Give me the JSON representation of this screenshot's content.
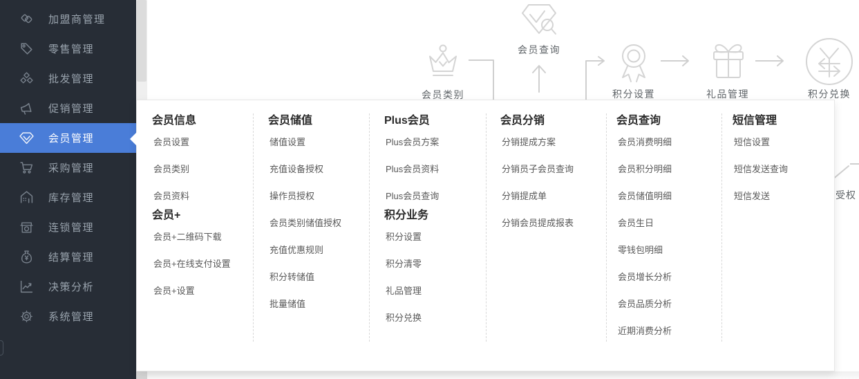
{
  "sidebar": {
    "items": [
      {
        "id": "franchise",
        "label": "加盟商管理",
        "icon": "handshake-icon",
        "active": false
      },
      {
        "id": "retail",
        "label": "零售管理",
        "icon": "tag-icon",
        "active": false
      },
      {
        "id": "wholesale",
        "label": "批发管理",
        "icon": "cubes-icon",
        "active": false
      },
      {
        "id": "promotion",
        "label": "促销管理",
        "icon": "megaphone-icon",
        "active": false
      },
      {
        "id": "member",
        "label": "会员管理",
        "icon": "gem-icon",
        "active": true
      },
      {
        "id": "purchase",
        "label": "采购管理",
        "icon": "cart-icon",
        "active": false
      },
      {
        "id": "inventory",
        "label": "库存管理",
        "icon": "warehouse-icon",
        "active": false
      },
      {
        "id": "chain",
        "label": "连锁管理",
        "icon": "store-icon",
        "active": false
      },
      {
        "id": "settlement",
        "label": "结算管理",
        "icon": "money-pouch-icon",
        "active": false
      },
      {
        "id": "analysis",
        "label": "决策分析",
        "icon": "chart-icon",
        "active": false
      },
      {
        "id": "system",
        "label": "系统管理",
        "icon": "gear-icon",
        "active": false
      }
    ]
  },
  "flow": {
    "nodes": [
      {
        "id": "member-category",
        "label": "会员类别",
        "icon": "crown-icon"
      },
      {
        "id": "member-search",
        "label": "会员查询",
        "icon": "member-search-icon"
      },
      {
        "id": "points-setting",
        "label": "积分设置",
        "icon": "medal-icon"
      },
      {
        "id": "gift-management",
        "label": "礼品管理",
        "icon": "gift-icon"
      },
      {
        "id": "points-exchange",
        "label": "积分兑换",
        "icon": "exchange-icon"
      }
    ]
  },
  "background": {
    "partial_label": "受权"
  },
  "panel": {
    "columns": [
      {
        "groups": [
          {
            "title": "会员信息",
            "items": [
              "会员设置",
              "会员类别",
              "会员资料"
            ]
          },
          {
            "title": "会员+",
            "items": [
              "会员+二维码下载",
              "会员+在线支付设置",
              "会员+设置"
            ]
          }
        ]
      },
      {
        "groups": [
          {
            "title": "会员储值",
            "items": [
              "储值设置",
              "充值设备授权",
              "操作员授权",
              "会员类别储值授权",
              "充值优惠规则",
              "积分转储值",
              "批量储值"
            ]
          }
        ]
      },
      {
        "groups": [
          {
            "title": "Plus会员",
            "items": [
              "Plus会员方案",
              "Plus会员资料",
              "Plus会员查询"
            ]
          },
          {
            "title": "积分业务",
            "items": [
              "积分设置",
              "积分清零",
              "礼品管理",
              "积分兑换"
            ]
          }
        ]
      },
      {
        "groups": [
          {
            "title": "会员分销",
            "items": [
              "分销提成方案",
              "分销员子会员查询",
              "分销提成单",
              "分销会员提成报表"
            ]
          }
        ]
      },
      {
        "groups": [
          {
            "title": "会员查询",
            "items": [
              "会员消费明细",
              "会员积分明细",
              "会员储值明细",
              "会员生日",
              "零钱包明细",
              "会员增长分析",
              "会员品质分析",
              "近期消费分析"
            ]
          }
        ]
      },
      {
        "groups": [
          {
            "title": "短信管理",
            "items": [
              "短信设置",
              "短信发送查询",
              "短信发送"
            ]
          }
        ]
      }
    ]
  },
  "colors": {
    "sidebar_bg": "#272d36",
    "active_item_bg": "#4a7dd8",
    "active_item_text": "#ffffff",
    "sidebar_text": "#99a3ad",
    "panel_title_text": "#2a2a2a",
    "panel_item_text": "#595959",
    "flow_line": "#d4d4d4",
    "flow_label_text": "#5f6468"
  }
}
